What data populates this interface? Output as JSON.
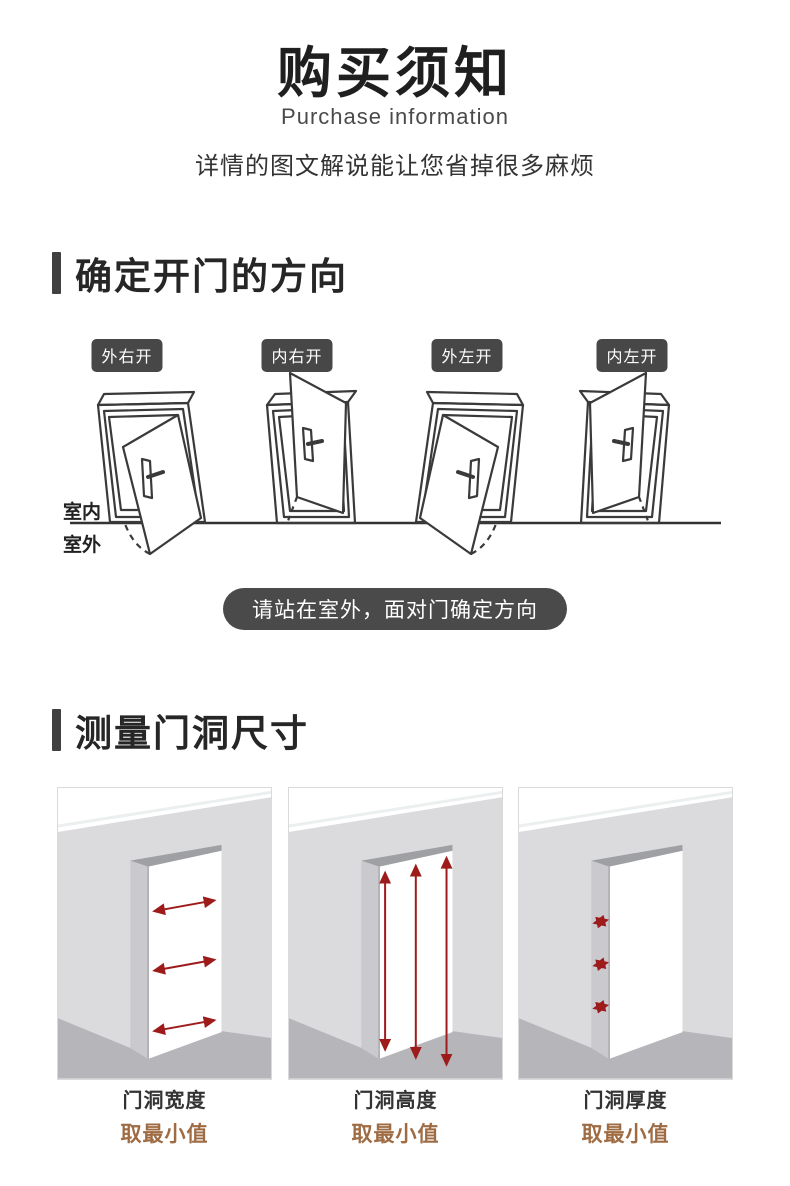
{
  "header": {
    "title": "购买须知",
    "subtitle": "Purchase information",
    "tagline": "详情的图文解说能让您省掉很多麻烦"
  },
  "section_direction": {
    "heading": "确定开门的方向",
    "door_labels": [
      "外右开",
      "内右开",
      "外左开",
      "内左开"
    ],
    "indoor_label": "室内",
    "outdoor_label": "室外",
    "tip": "请站在室外，面对门确定方向"
  },
  "section_measure": {
    "heading": "测量门洞尺寸",
    "items": [
      {
        "title": "门洞宽度",
        "note": "取最小值"
      },
      {
        "title": "门洞高度",
        "note": "取最小值"
      },
      {
        "title": "门洞厚度",
        "note": "取最小值"
      }
    ]
  },
  "colors": {
    "accent_dark": "#474747",
    "text_dark": "#262626",
    "note_brown": "#9e6b43",
    "arrow_red": "#9e1b1b",
    "wall_gray": "#dbdbde",
    "floor_gray": "#b6b6ba"
  }
}
